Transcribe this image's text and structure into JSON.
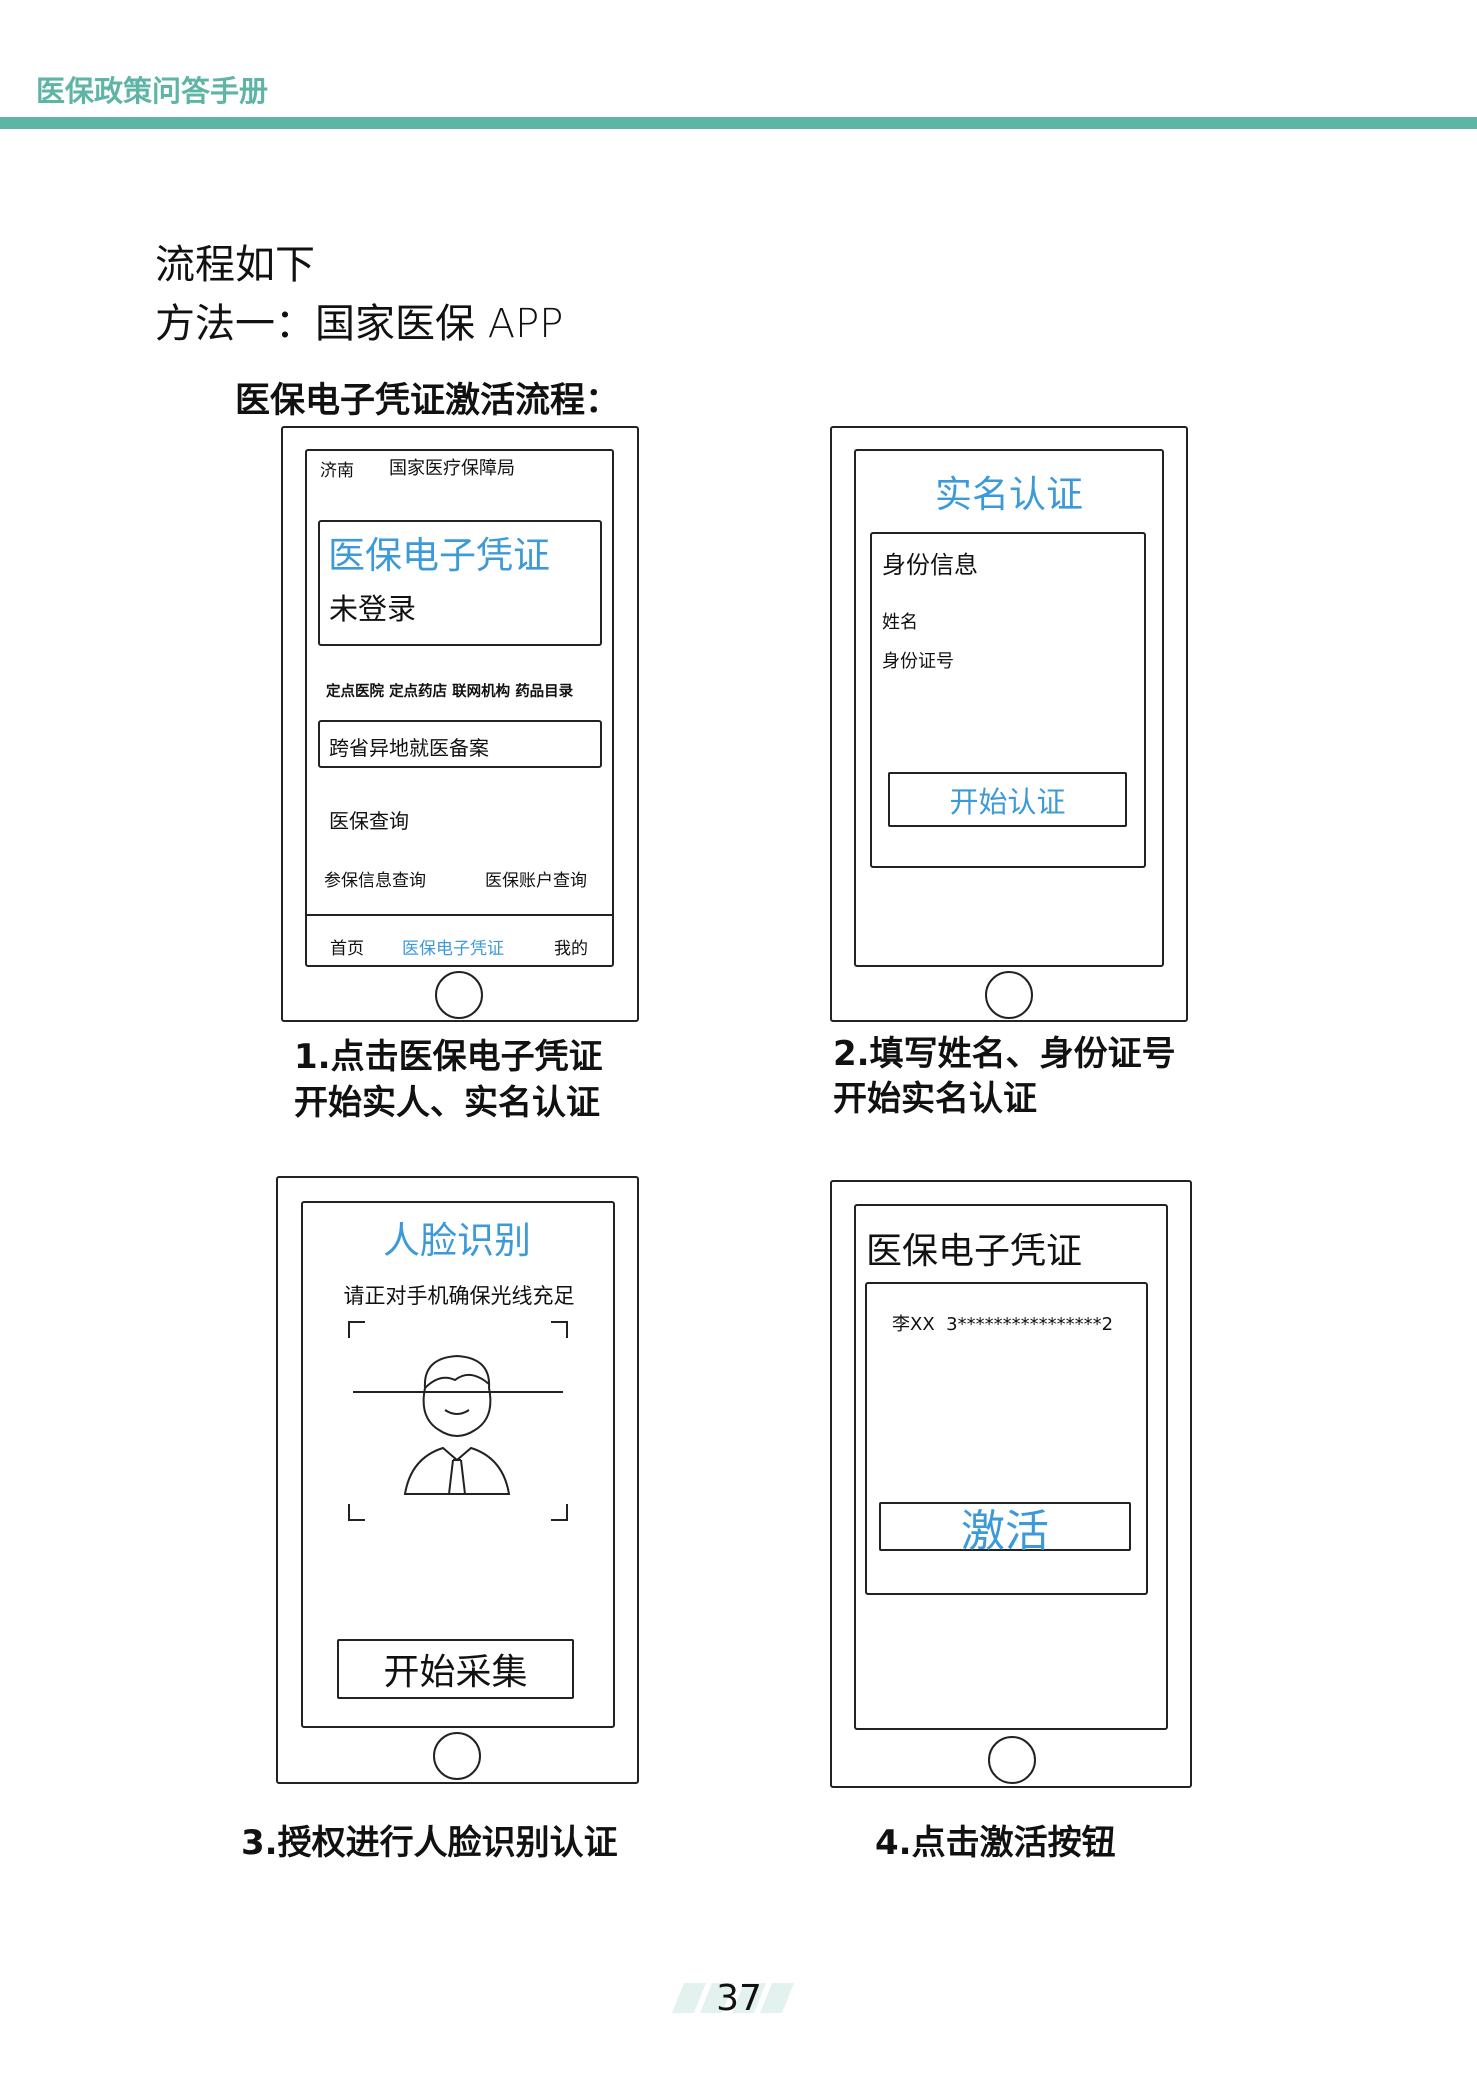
{
  "header": {
    "title": "医保政策问答手册",
    "accent_color": "#5fb5a5"
  },
  "intro": {
    "line1": "流程如下",
    "line2": "方法一：国家医保 APP"
  },
  "section_title": "医保电子凭证激活流程：",
  "phone1": {
    "city": "济南",
    "org": "国家医疗保障局",
    "card_title": "医保电子凭证",
    "card_status": "未登录",
    "quick_links": [
      "定点医院",
      "定点药店",
      "联网机构",
      "药品目录"
    ],
    "filing_button": "跨省异地就医备案",
    "query_heading": "医保查询",
    "query_items": [
      "参保信息查询",
      "医保账户查询"
    ],
    "tabs": [
      "首页",
      "医保电子凭证",
      "我的"
    ]
  },
  "phone2": {
    "title": "实名认证",
    "section": "身份信息",
    "fields": [
      "姓名",
      "身份证号"
    ],
    "button": "开始认证"
  },
  "phone3": {
    "title": "人脸识别",
    "hint": "请正对手机确保光线充足",
    "button": "开始采集"
  },
  "phone4": {
    "title": "医保电子凭证",
    "name": "李XX",
    "id_masked": "3****************2",
    "button": "激活"
  },
  "captions": {
    "step1": [
      "1.点击医保电子凭证",
      "开始实人、实名认证"
    ],
    "step2": [
      "2.填写姓名、身份证号",
      "开始实名认证"
    ],
    "step3": "3.授权进行人脸识别认证",
    "step4": "4.点击激活按钮"
  },
  "page_number": "37",
  "accent_blue": "#3d9ad9"
}
